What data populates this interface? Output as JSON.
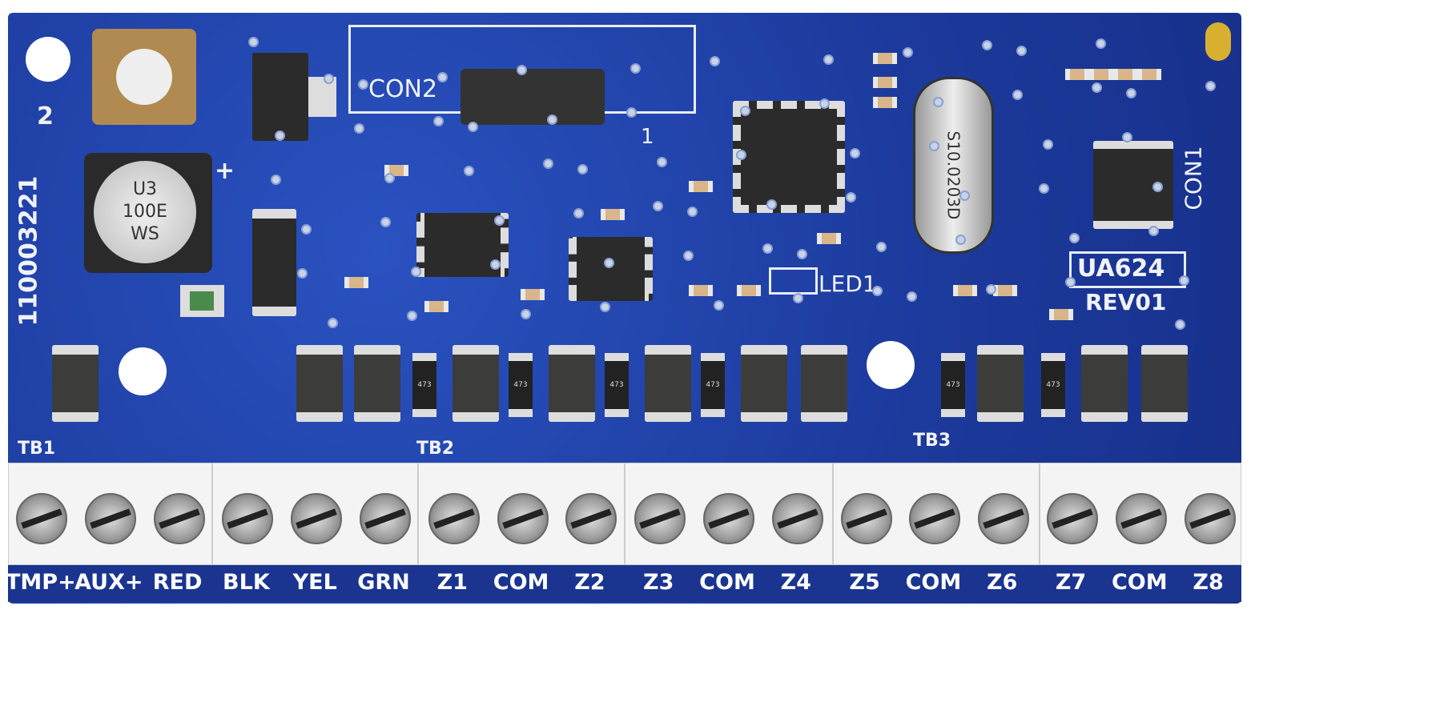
{
  "board": {
    "color": "#1f3fa6",
    "part_number": "110003221",
    "model": "UA624",
    "revision": "REV01",
    "connectors": {
      "con1": "CON1",
      "con2": "CON2",
      "con2_pin1": "1",
      "switch_pin2": "2"
    },
    "led": "LED1",
    "capacitor": {
      "line1": "U3",
      "line2": "100E",
      "line3": "WS",
      "polarity": "+"
    },
    "terminal_blocks": [
      "TB1",
      "TB2",
      "TB3"
    ],
    "resistor_code": "473",
    "crystal": "S10.0203D",
    "terminals": [
      "TMP+",
      "AUX+",
      "RED",
      "BLK",
      "YEL",
      "GRN",
      "Z1",
      "COM",
      "Z2",
      "Z3",
      "COM",
      "Z4",
      "Z5",
      "COM",
      "Z6",
      "Z7",
      "COM",
      "Z8"
    ]
  }
}
